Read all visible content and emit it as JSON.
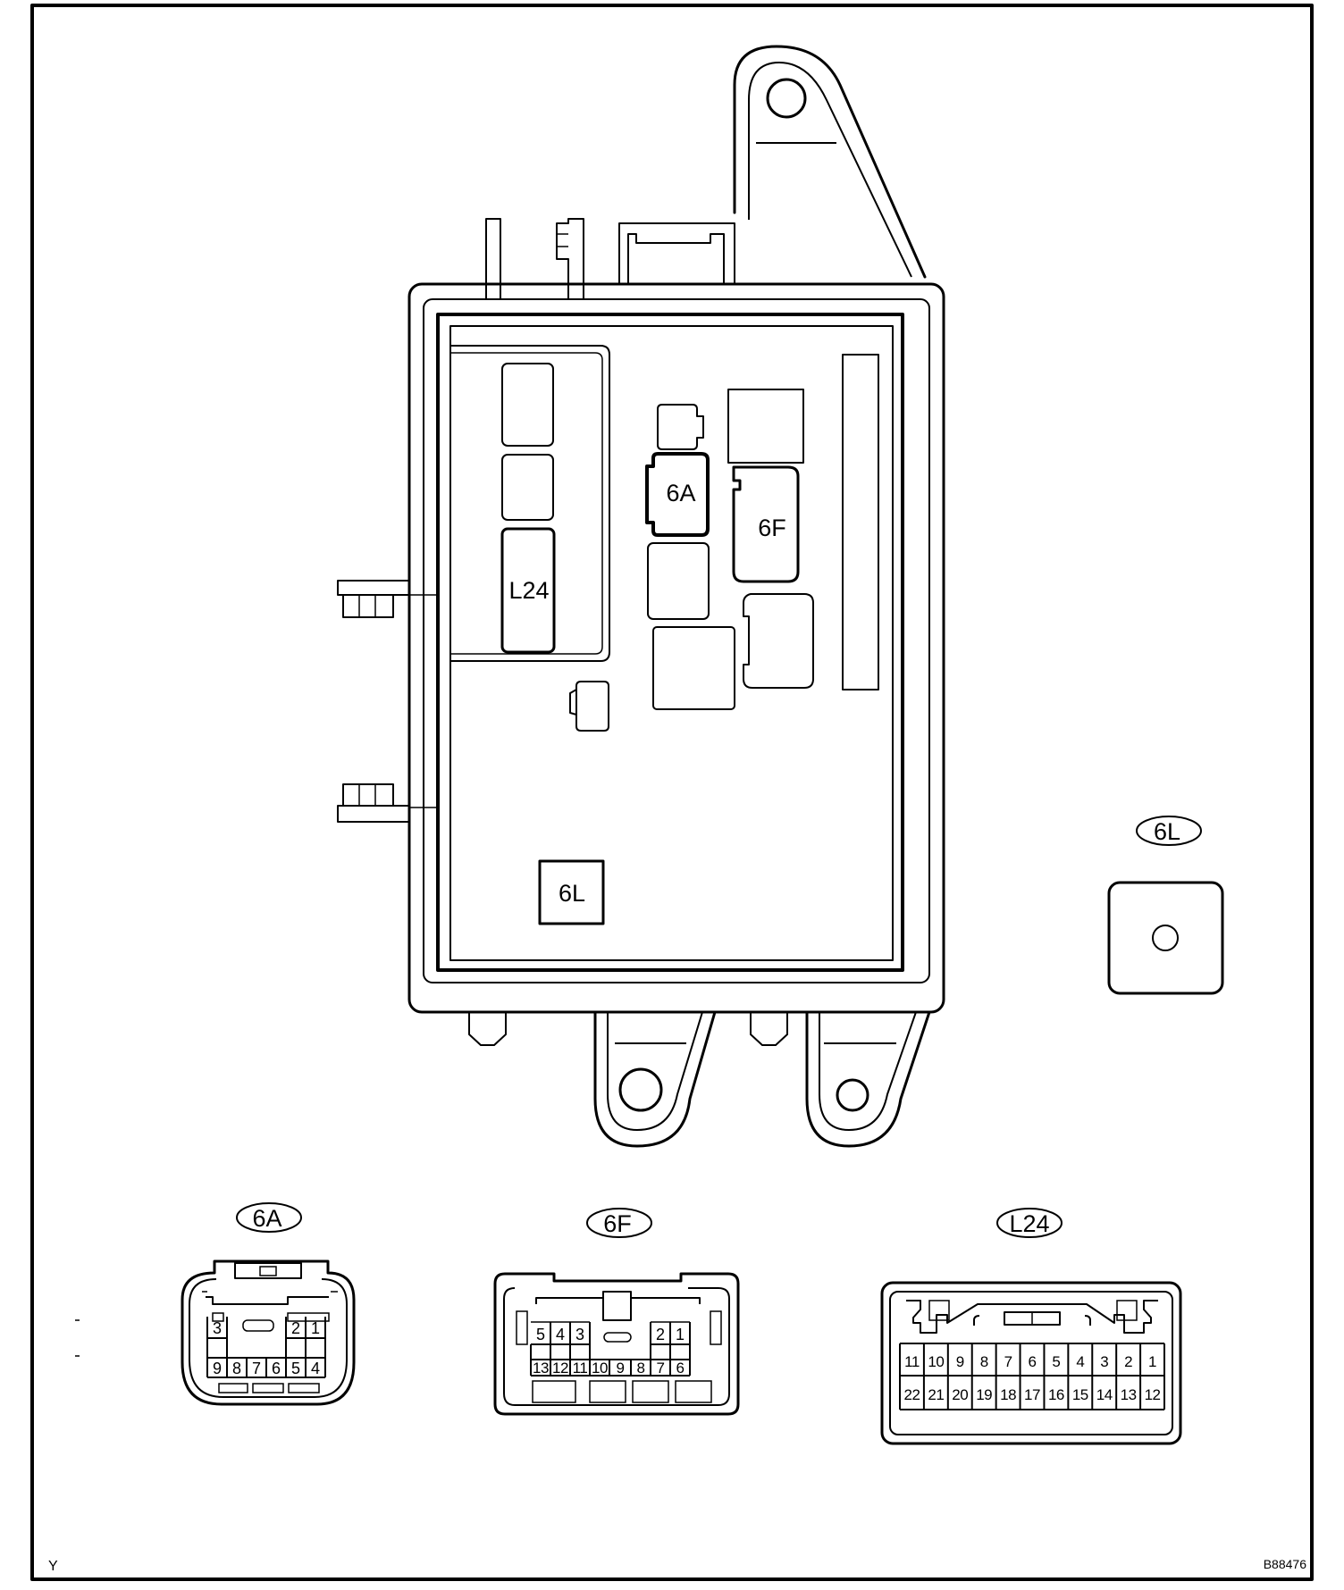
{
  "labels": {
    "box_l24": "L24",
    "box_6a": "6A",
    "box_6f": "6F",
    "box_6l": "6L",
    "view_6l": "6L",
    "conn_6a": "6A",
    "conn_6f": "6F",
    "conn_l24": "L24"
  },
  "corner": {
    "left": "Y",
    "right": "B88476"
  },
  "pins": {
    "c6a": {
      "top_left": [
        "3"
      ],
      "top_right": [
        "2",
        "1"
      ],
      "bottom": [
        "9",
        "8",
        "7",
        "6",
        "5",
        "4"
      ]
    },
    "c6f": {
      "top_left": [
        "5",
        "4",
        "3"
      ],
      "top_right": [
        "2",
        "1"
      ],
      "bottom": [
        "13",
        "12",
        "11",
        "10",
        "9",
        "8",
        "7",
        "6"
      ]
    },
    "cl24": {
      "top": [
        "11",
        "10",
        "9",
        "8",
        "7",
        "6",
        "5",
        "4",
        "3",
        "2",
        "1"
      ],
      "bottom": [
        "22",
        "21",
        "20",
        "19",
        "18",
        "17",
        "16",
        "15",
        "14",
        "13",
        "12"
      ]
    }
  }
}
